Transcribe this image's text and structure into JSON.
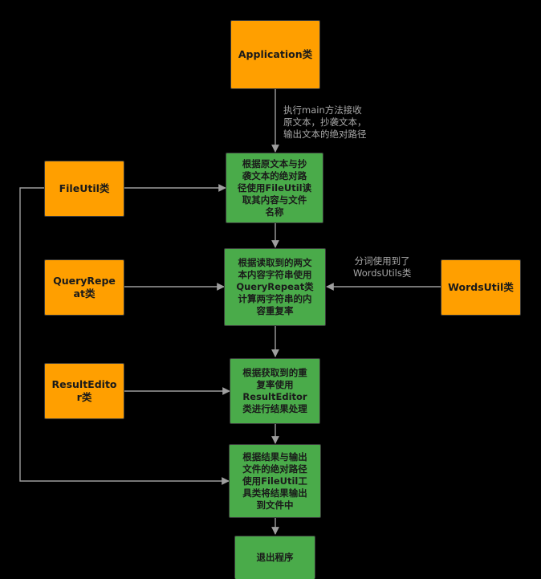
{
  "nodes": {
    "application": "Application类",
    "fileutil": "FileUtil类",
    "queryrepeat": "QueryRepe\nat类",
    "resulteditor": "ResultEdito\nr类",
    "wordsutil": "WordsUtil类",
    "step_read": "根据原文本与抄\n袭文本的绝对路\n径使用FileUtil读\n取其内容与文件\n名称",
    "step_compute": "根据读取到的两文\n本内容字符串使用\nQueryRepeat类\n计算两字符串的内\n容重复率",
    "step_process": "根据获取到的重\n复率使用\nResultEditor\n类进行结果处理",
    "step_output": "根据结果与输出\n文件的绝对路径\n使用FileUtil工\n具类将结果输出\n到文件中",
    "step_exit": "退出程序"
  },
  "edge_labels": {
    "main": "执行main方法接收\n原文本，抄袭文本，\n输出文本的绝对路径",
    "words": "分词使用到了\nWordsUtils类"
  },
  "colors": {
    "background": "#000000",
    "class_node": "#ff9f00",
    "process_node": "#4aab4a",
    "edge": "#9e9e9e",
    "label": "#a8a8a8"
  }
}
